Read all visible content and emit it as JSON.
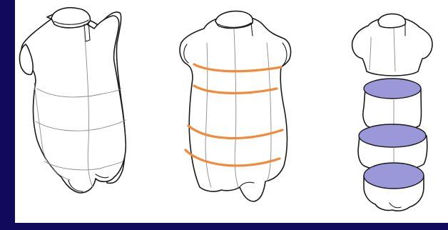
{
  "figure": {
    "background_color": "#110a5c",
    "panel_color": "#ffffff",
    "outline_color": "#1a1a1a",
    "guide_color": "#8a8a8a",
    "section_line_color": "#f28a3a",
    "section_fill_color": "#9a98d8",
    "panels": [
      {
        "name": "full-torso",
        "description_icon": "dress-form-icon"
      },
      {
        "name": "torso-with-section-lines",
        "description_icon": "dress-form-sections-icon"
      },
      {
        "name": "exploded-torso-slices",
        "description_icon": "exploded-slices-icon"
      }
    ]
  }
}
